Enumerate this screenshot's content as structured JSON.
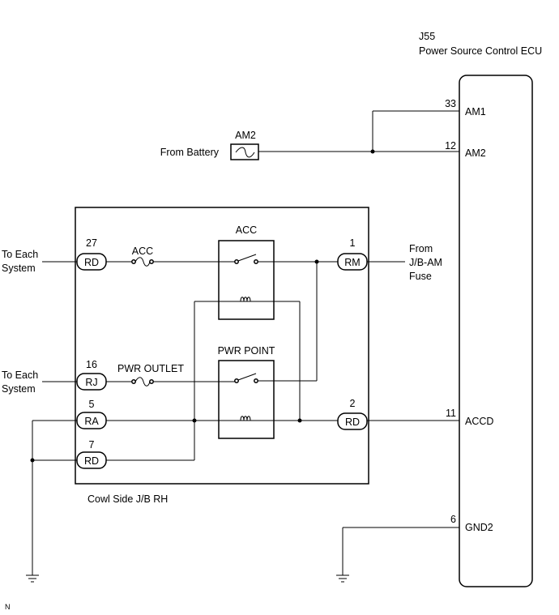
{
  "ecu": {
    "code": "J55",
    "name": "Power Source Control ECU",
    "pins": [
      {
        "num": "33",
        "label": "AM1"
      },
      {
        "num": "12",
        "label": "AM2"
      },
      {
        "num": "11",
        "label": "ACCD"
      },
      {
        "num": "6",
        "label": "GND2"
      }
    ]
  },
  "battery": {
    "label": "From Battery",
    "fuse": "AM2"
  },
  "jb": {
    "label": "Cowl Side J/B RH",
    "relay_acc": "ACC",
    "relay_pwr": "PWR POINT",
    "fuse_acc": "ACC",
    "fuse_pwr": "PWR OUTLET",
    "connectors": [
      {
        "num": "27",
        "code": "RD"
      },
      {
        "num": "16",
        "code": "RJ"
      },
      {
        "num": "5",
        "code": "RA"
      },
      {
        "num": "7",
        "code": "RD"
      },
      {
        "num": "1",
        "code": "RM"
      },
      {
        "num": "2",
        "code": "RD"
      }
    ]
  },
  "external": {
    "to_each_system_1": [
      "To Each",
      "System"
    ],
    "to_each_system_2": [
      "To Each",
      "System"
    ],
    "from_jb_am": [
      "From",
      "J/B-AM",
      "Fuse"
    ]
  },
  "corner_mark": "N"
}
